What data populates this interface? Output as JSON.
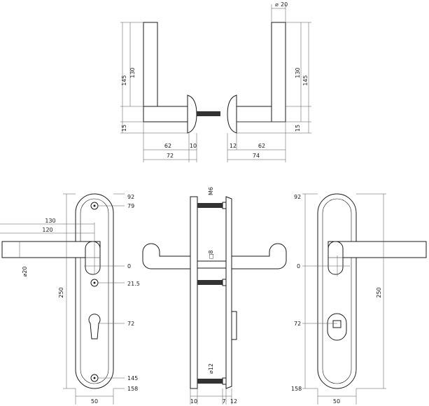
{
  "dimensions": {
    "top_left": {
      "d145": "145",
      "d130": "130",
      "d15": "15",
      "d62": "62",
      "d10": "10",
      "d72": "72"
    },
    "top_right": {
      "d20": "20",
      "d130": "130",
      "d145": "145",
      "d15": "15",
      "d12": "12",
      "d62": "62",
      "d74": "74"
    },
    "front_left": {
      "d92": "92",
      "d79": "79",
      "d0": "0",
      "d21_5": "21.5",
      "d72": "72",
      "d145": "145",
      "d158": "158",
      "d130": "130",
      "d120": "120",
      "d20": "20",
      "d250": "250",
      "d50": "50"
    },
    "side": {
      "m6": "M6",
      "d8": "8",
      "d12_dia": "12",
      "d10": "10",
      "d7": "7",
      "d12": "12"
    },
    "front_right": {
      "d92": "92",
      "d0": "0",
      "d72": "72",
      "d158": "158",
      "d250": "250",
      "d50": "50"
    }
  },
  "symbols": {
    "diameter": "⌀",
    "square": "□"
  },
  "colors": {
    "line": "#1a1a1a",
    "dimension": "#555555",
    "background": "#ffffff"
  }
}
